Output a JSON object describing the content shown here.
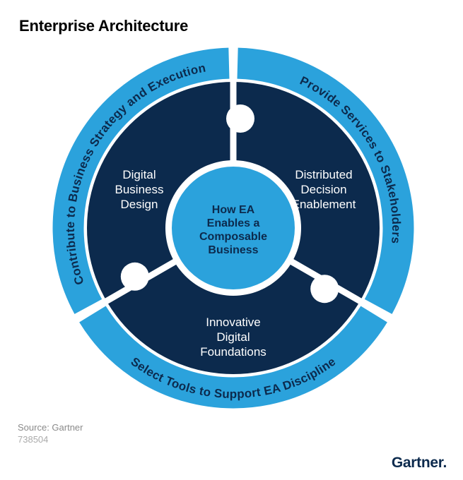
{
  "title": "Enterprise Architecture",
  "brand_colors": {
    "light_blue": "#2BA2DC",
    "dark_navy": "#0C2A4D",
    "background": "#FFFFFF"
  },
  "ring": {
    "segments": [
      {
        "id": "contribute",
        "label": "Contribute to Business Strategy and Execution"
      },
      {
        "id": "provide",
        "label": "Provide Services to Stakeholders"
      },
      {
        "id": "select",
        "label": "Select Tools to Support EA Discipline"
      }
    ]
  },
  "pieces": [
    {
      "id": "digital-business-design",
      "lines": [
        "Digital",
        "Business",
        "Design"
      ]
    },
    {
      "id": "distributed-decision-enablement",
      "lines": [
        "Distributed",
        "Decision",
        "Enablement"
      ]
    },
    {
      "id": "innovative-digital-foundations",
      "lines": [
        "Innovative",
        "Digital",
        "Foundations"
      ]
    }
  ],
  "center": {
    "lines": [
      "How EA",
      "Enables a",
      "Composable",
      "Business"
    ]
  },
  "footer": {
    "source": "Source: Gartner",
    "figure_id": "738504",
    "logo": "Gartner."
  }
}
